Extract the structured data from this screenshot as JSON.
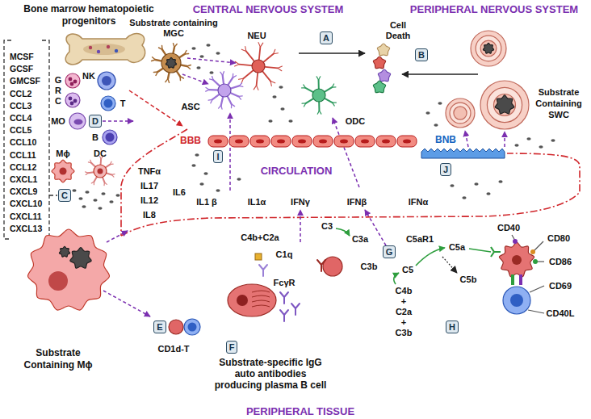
{
  "diagram": {
    "nodes": [
      {
        "text": [
          "A"
        ]
      },
      {
        "text": [
          "B"
        ]
      },
      {
        "text": [
          "C"
        ]
      },
      {
        "text": [
          "D"
        ]
      },
      {
        "text": [
          "E"
        ]
      },
      {
        "text": [
          "F"
        ]
      },
      {
        "text": [
          "G"
        ]
      },
      {
        "text": [
          "H"
        ]
      },
      {
        "text": [
          "I"
        ]
      },
      {
        "text": [
          "J"
        ]
      }
    ],
    "labels": [
      "CENTRAL NERVOUS SYSTEM",
      "PERIPHERAL NERVOUS SYSTEM",
      "Bone marrow hematopoietic progenitors",
      "G R C",
      "NK",
      "MO",
      "T",
      "B",
      "Mϕ",
      "DC",
      "MCSF",
      "GCSF",
      "GMCSF",
      "CCL2",
      "CCL3",
      "CCL4",
      "CCL5",
      "CCL10",
      "CCL11",
      "CCL12",
      "CXCL1",
      "CXCL9",
      "CXCL10",
      "CXCL11",
      "CXCL13",
      "Substrate containing MGC",
      "NEU",
      "Cell Death",
      "ASC",
      "ODC",
      "BBB",
      "BNB",
      "Substrate Containing SWC",
      "CIRCULATION",
      "TNFα",
      "IL17",
      "IL12",
      "IL8",
      "IL6",
      "IL1 β",
      "IL1α",
      "IFNγ",
      "IFNβ",
      "IFNα",
      "C3",
      "C3a",
      "C4b+C2a",
      "C1q",
      "C3b",
      "FcγR",
      "C5aR1",
      "C5",
      "C5a",
      "C5b",
      "C4b + C2a + C3b",
      "CD40",
      "CD80",
      "CD86",
      "CD69",
      "CD40L",
      "Substrate Containing Mϕ",
      "CD1d-T",
      "Substrate-specific IgG auto antibodies producing plasma B cell",
      "PERIPHERAL TISSUE"
    ]
  }
}
